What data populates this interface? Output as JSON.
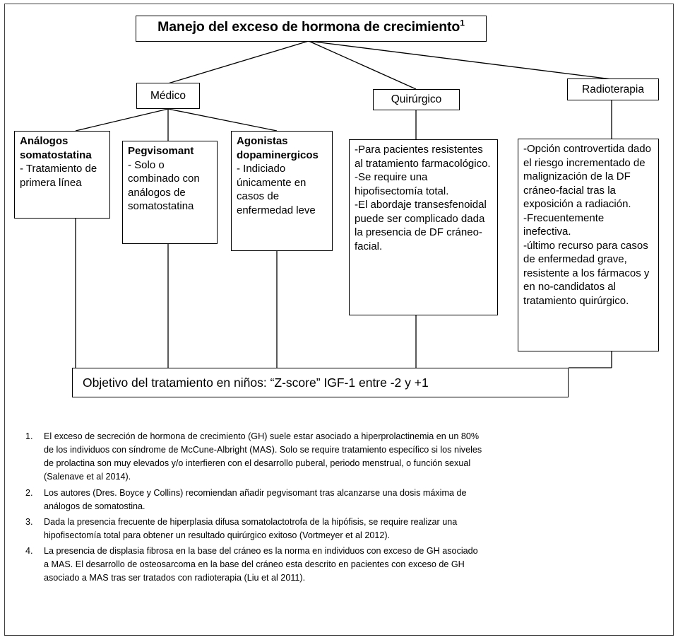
{
  "diagram": {
    "title": {
      "text": "Manejo del exceso de hormona de crecimiento",
      "superscript": "1"
    },
    "branches": [
      {
        "label": "Médico"
      },
      {
        "label": "Quirúrgico"
      },
      {
        "label": "Radioterapia"
      }
    ],
    "medical_options": [
      {
        "heading": "Análogos somatostatina",
        "body": "- Tratamiento de primera línea"
      },
      {
        "heading": "Pegvisomant",
        "body": "- Solo o combinado con análogos de somatostatina"
      },
      {
        "heading": "Agonistas dopaminergicos",
        "body": "- Indiciado únicamente en casos de enfermedad leve"
      }
    ],
    "surgical_detail": {
      "heading": "",
      "body": "-Para pacientes resistentes al tratamiento farmacológico.\n-Se require una hipofisectomía total.\n-El abordaje transesfenoidal puede ser complicado dada la presencia de DF cráneo-facial."
    },
    "radiotherapy_detail": {
      "heading": "",
      "body": "-Opción controvertida dado el riesgo incrementado de malignización de la DF cráneo-facial tras la exposición a radiación.\n-Frecuentemente inefectiva.\n-último recurso para casos de enfermedad grave, resistente a los fármacos y en no-candidatos al tratamiento quirúrgico."
    },
    "goal": {
      "text": "Objetivo del tratamiento en niños: “Z-score” IGF-1 entre -2 y +1"
    }
  },
  "footnotes": [
    {
      "number": "1.",
      "text": "El exceso de secreción de hormona de crecimiento (GH) suele estar asociado a hiperprolactinemia en un 80% de los individuos con síndrome de McCune-Albright (MAS). Solo se require tratamiento específico si los niveles de prolactina son muy elevados y/o interfieren con el desarrollo puberal, periodo menstrual, o función sexual (Salenave et al 2014)."
    },
    {
      "number": "2.",
      "text": "Los autores (Dres. Boyce y Collins) recomiendan añadir pegvisomant tras alcanzarse una dosis máxima de análogos de somatostina."
    },
    {
      "number": "3.",
      "text": "Dada la presencia frecuente de hiperplasia difusa somatolactotrofa de la hipófisis, se require realizar una hipofisectomía total para obtener un resultado quirúrgico exitoso (Vortmeyer et al 2012)."
    },
    {
      "number": "4.",
      "text": "La presencia de displasia fibrosa en la base del cráneo es la norma en individuos con exceso de GH asociado a MAS. El desarrollo de osteosarcoma en la base del cráneo esta descrito en pacientes con exceso de GH asociado a MAS tras ser tratados con radioterapia (Liu et al 2011)."
    }
  ],
  "colors": {
    "line": "#000000",
    "frame": "#3f3f3f",
    "background": "#ffffff"
  }
}
